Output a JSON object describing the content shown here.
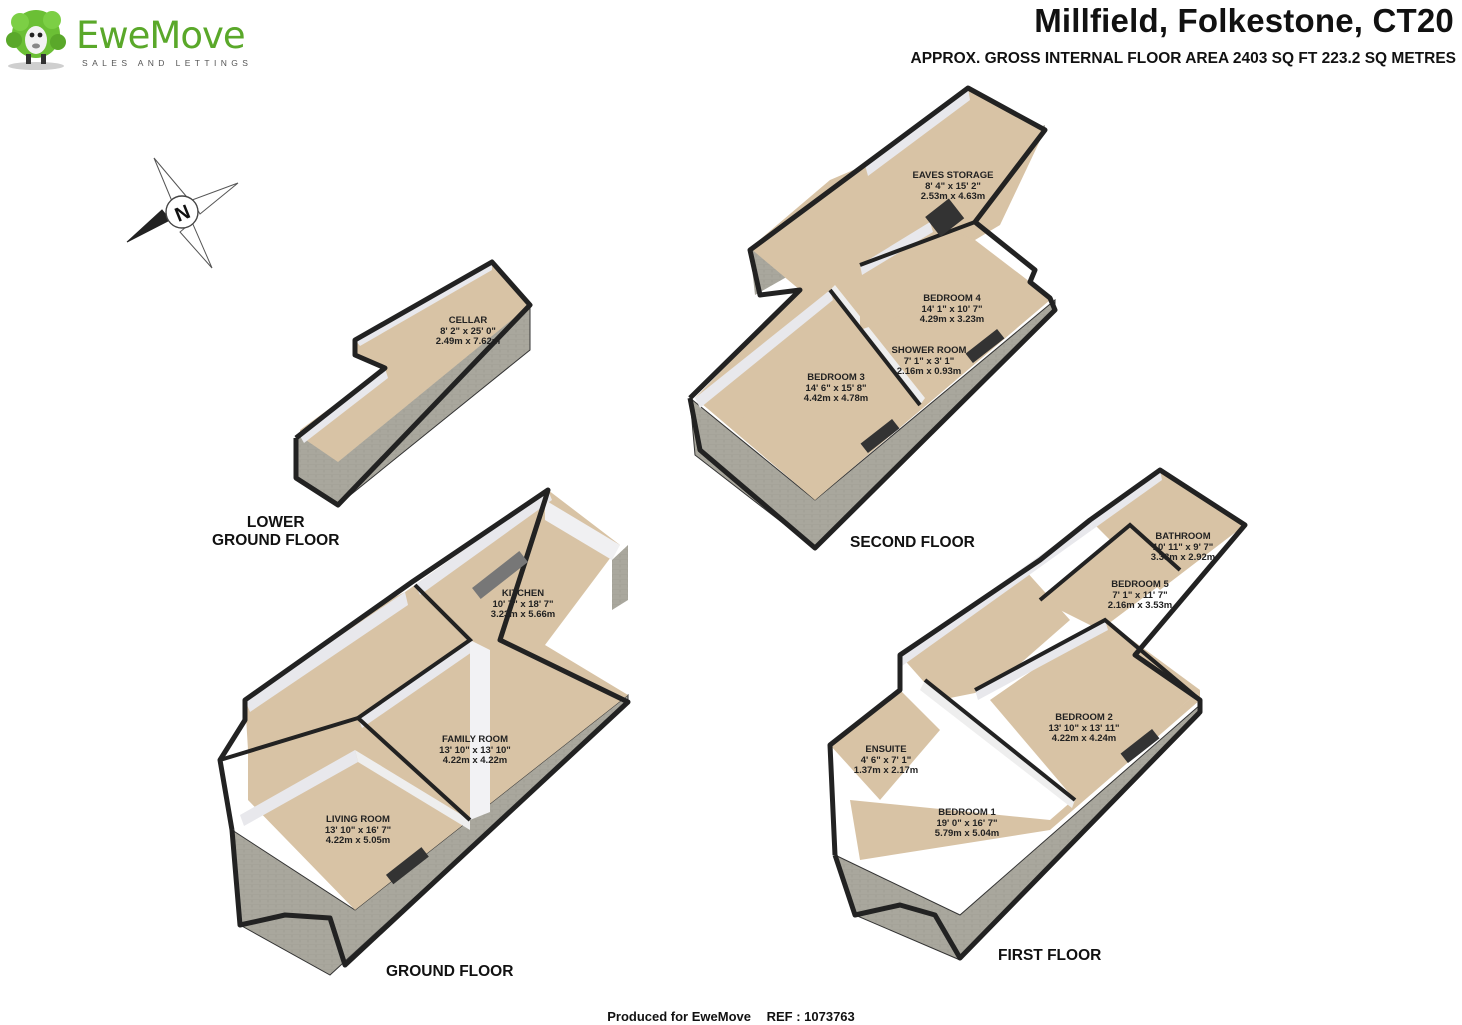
{
  "header": {
    "title": "Millfield, Folkestone, CT20",
    "subtitle": "APPROX. GROSS INTERNAL FLOOR AREA 2403 SQ FT 223.2 SQ METRES"
  },
  "logo": {
    "brand": "EweMove",
    "tagline": "SALES AND LETTINGS",
    "brand_color": "#5aa82a"
  },
  "compass": {
    "letter": "N"
  },
  "floors": {
    "lower_ground": {
      "name_line1": "LOWER",
      "name_line2": "GROUND FLOOR",
      "rooms": {
        "cellar": {
          "name": "CELLAR",
          "imperial": "8' 2\" x 25' 0\"",
          "metric": "2.49m x 7.62m"
        }
      }
    },
    "ground": {
      "name": "GROUND FLOOR",
      "rooms": {
        "kitchen": {
          "name": "KITCHEN",
          "imperial": "10' 7\" x 18' 7\"",
          "metric": "3.23m x 5.66m"
        },
        "family_room": {
          "name": "FAMILY ROOM",
          "imperial": "13' 10\" x 13' 10\"",
          "metric": "4.22m x 4.22m"
        },
        "living_room": {
          "name": "LIVING ROOM",
          "imperial": "13' 10\" x 16' 7\"",
          "metric": "4.22m x 5.05m"
        }
      }
    },
    "second": {
      "name": "SECOND FLOOR",
      "rooms": {
        "eaves_storage": {
          "name": "EAVES STORAGE",
          "imperial": "8' 4\" x 15' 2\"",
          "metric": "2.53m x 4.63m"
        },
        "bedroom_4": {
          "name": "BEDROOM 4",
          "imperial": "14' 1\" x 10' 7\"",
          "metric": "4.29m x 3.23m"
        },
        "shower_room": {
          "name": "SHOWER ROOM",
          "imperial": "7' 1\" x 3' 1\"",
          "metric": "2.16m x 0.93m"
        },
        "bedroom_3": {
          "name": "BEDROOM 3",
          "imperial": "14' 6\" x 15' 8\"",
          "metric": "4.42m x 4.78m"
        }
      }
    },
    "first": {
      "name": "FIRST FLOOR",
      "rooms": {
        "bathroom": {
          "name": "BATHROOM",
          "imperial": "10' 11\" x 9' 7\"",
          "metric": "3.33m x 2.92m"
        },
        "bedroom_5": {
          "name": "BEDROOM 5",
          "imperial": "7' 1\" x 11' 7\"",
          "metric": "2.16m x 3.53m"
        },
        "bedroom_2": {
          "name": "BEDROOM 2",
          "imperial": "13' 10\" x 13' 11\"",
          "metric": "4.22m x 4.24m"
        },
        "ensuite": {
          "name": "ENSUITE",
          "imperial": "4' 6\" x 7' 1\"",
          "metric": "1.37m x 2.17m"
        },
        "bedroom_1": {
          "name": "BEDROOM 1",
          "imperial": "19' 0\" x 16' 7\"",
          "metric": "5.79m x 5.04m"
        }
      }
    }
  },
  "footer": {
    "produced_for": "Produced for EweMove",
    "ref": "REF : 1073763"
  },
  "colors": {
    "floor": "#d8c3a5",
    "wall_inner": "#e8e8ec",
    "wall_outer": "#a8a69c",
    "wall_top": "#222222"
  }
}
